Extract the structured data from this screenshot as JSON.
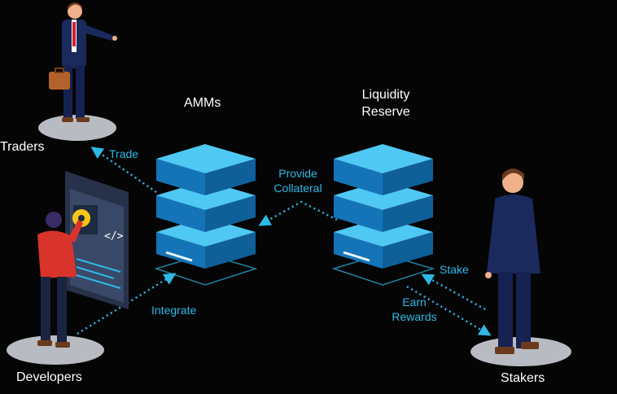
{
  "nodes": {
    "traders": "Traders",
    "developers": "Developers",
    "stakers": "Stakers",
    "amms": "AMMs",
    "liquidity_reserve_line1": "Liquidity",
    "liquidity_reserve_line2": "Reserve"
  },
  "flows": {
    "trade": "Trade",
    "integrate": "Integrate",
    "provide_collateral_line1": "Provide",
    "provide_collateral_line2": "Collateral",
    "stake": "Stake",
    "earn_rewards_line1": "Earn",
    "earn_rewards_line2": "Rewards"
  },
  "colors": {
    "background": "#050505",
    "accent": "#2fb8e6",
    "server_top": "#4fc8f3",
    "server_side": "#1574b8",
    "label": "#ffffff"
  },
  "icons": [
    "server-stack-icon",
    "gear-icon",
    "code-icon",
    "briefcase-icon"
  ]
}
